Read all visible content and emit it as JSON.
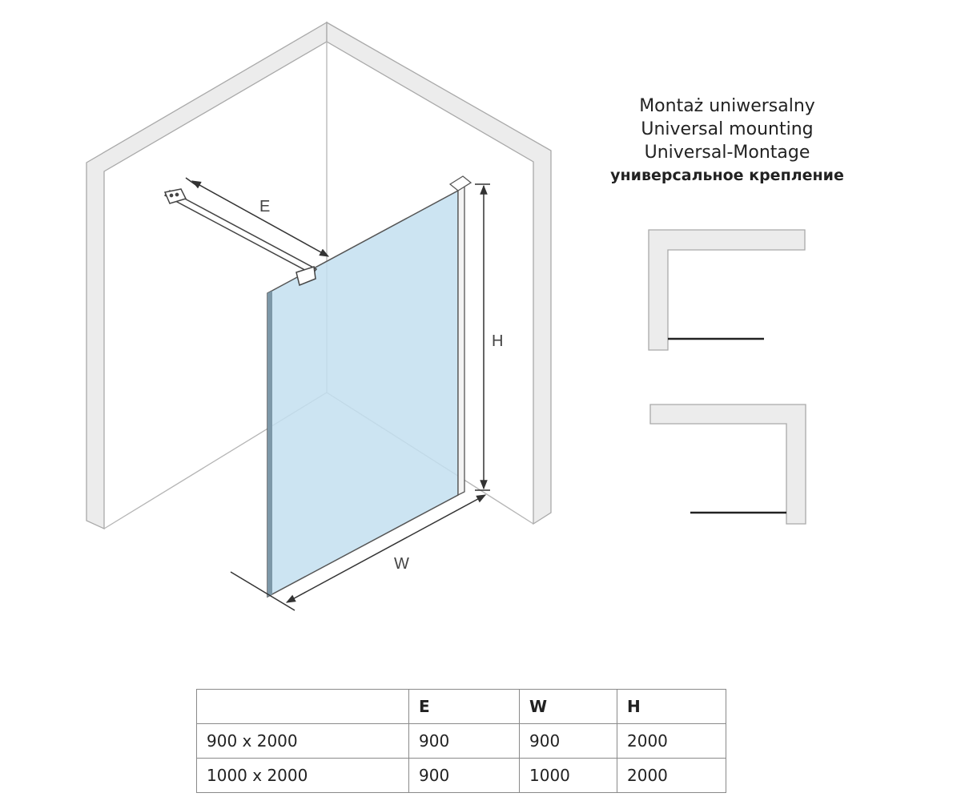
{
  "diagram": {
    "labels": {
      "e": "E",
      "w": "W",
      "h": "H"
    },
    "colors": {
      "wall_fill": "#ececec",
      "wall_stroke": "#a9a9a9",
      "glass": "#c3dff0",
      "line": "#333333"
    }
  },
  "mounting": {
    "lines": [
      "Montaż uniwersalny",
      "Universal mounting",
      "Universal-Montage",
      "универсальное крепление"
    ]
  },
  "table": {
    "headers": [
      "",
      "E",
      "W",
      "H"
    ],
    "rows": [
      [
        "900 x 2000",
        "900",
        "900",
        "2000"
      ],
      [
        "1000 x 2000",
        "900",
        "1000",
        "2000"
      ]
    ]
  }
}
